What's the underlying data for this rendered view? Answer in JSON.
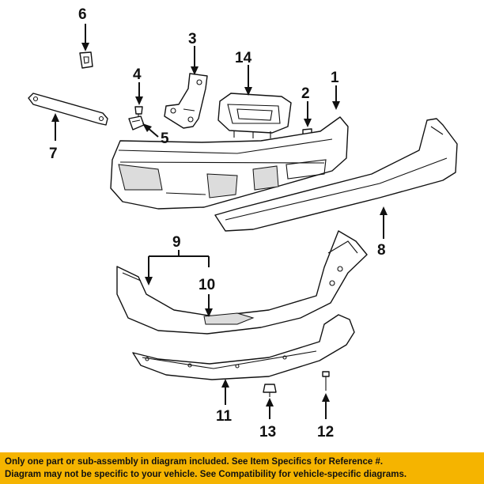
{
  "callouts": {
    "c1": "1",
    "c2": "2",
    "c3": "3",
    "c4": "4",
    "c5": "5",
    "c6": "6",
    "c7": "7",
    "c8": "8",
    "c9": "9",
    "c10": "10",
    "c11": "11",
    "c12": "12",
    "c13": "13",
    "c14": "14"
  },
  "footer": {
    "line1": "Only one part or sub-assembly in diagram included. See Item Specifics for Reference #.",
    "line2": "Diagram may not be specific to your vehicle. See Compatibility for vehicle-specific diagrams."
  },
  "colors": {
    "footer_bg": "#f5b400",
    "ink": "#111111"
  }
}
